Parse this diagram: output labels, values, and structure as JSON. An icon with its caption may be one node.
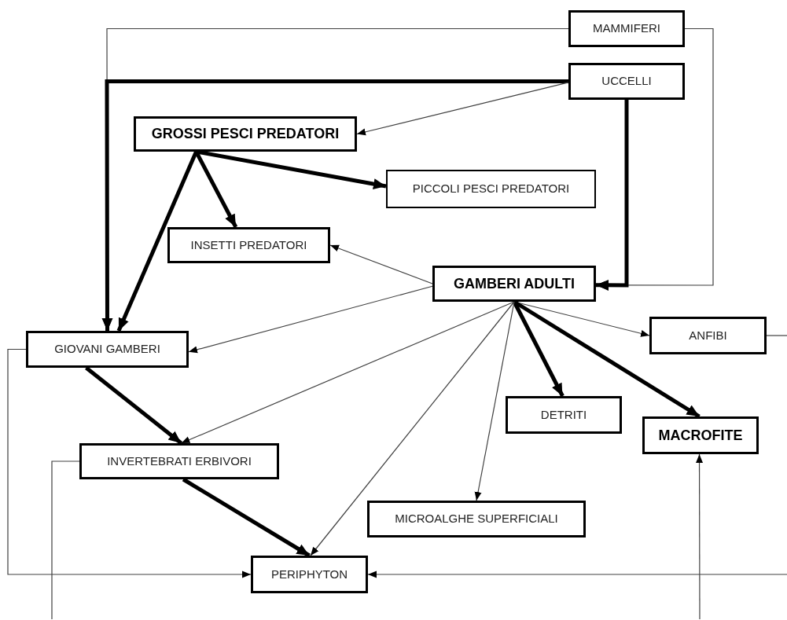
{
  "diagram": {
    "nodes": [
      {
        "text": [
          "MAMMIFERI"
        ]
      },
      {
        "text": [
          "UCCELLI"
        ]
      },
      {
        "text": [
          "GROSSI PESCI PREDATORI"
        ]
      },
      {
        "text": [
          "PICCOLI PESCI PREDATORI"
        ]
      },
      {
        "text": [
          "INSETTI PREDATORI"
        ]
      },
      {
        "text": [
          "GAMBERI ADULTI"
        ]
      },
      {
        "text": [
          "GIOVANI GAMBERI"
        ]
      },
      {
        "text": [
          "ANFIBI"
        ]
      },
      {
        "text": [
          "DETRITI"
        ]
      },
      {
        "text": [
          "MACROFITE"
        ]
      },
      {
        "text": [
          "INVERTEBRATI ERBIVORI"
        ]
      },
      {
        "text": [
          "MICROALGHE SUPERFICIALI"
        ]
      },
      {
        "text": [
          "PERIPHYTON"
        ]
      }
    ],
    "edges": [
      {
        "from": 0,
        "to": 6,
        "arrow": "to"
      },
      {
        "from": 0,
        "to": 5,
        "arrow": "to"
      },
      {
        "from": 1,
        "to": 6,
        "arrow": "to",
        "style": "thick"
      },
      {
        "from": 1,
        "to": 2,
        "arrow": "to"
      },
      {
        "from": 1,
        "to": 5,
        "arrow": "to",
        "style": "thick"
      },
      {
        "from": 2,
        "to": 3,
        "arrow": "to",
        "style": "thick"
      },
      {
        "from": 2,
        "to": 4,
        "arrow": "to",
        "style": "thick"
      },
      {
        "from": 2,
        "to": 6,
        "arrow": "to",
        "style": "thick"
      },
      {
        "from": 5,
        "to": 4,
        "arrow": "to"
      },
      {
        "from": 5,
        "to": 6,
        "arrow": "to"
      },
      {
        "from": 5,
        "to": 7,
        "arrow": "to"
      },
      {
        "from": 5,
        "to": 8,
        "arrow": "to",
        "style": "thick"
      },
      {
        "from": 5,
        "to": 9,
        "arrow": "to",
        "style": "thick"
      },
      {
        "from": 5,
        "to": 10,
        "arrow": "to"
      },
      {
        "from": 5,
        "to": 12,
        "arrow": "to"
      },
      {
        "from": 5,
        "to": 11,
        "arrow": "to"
      },
      {
        "from": 6,
        "to": 10,
        "arrow": "to",
        "style": "thick"
      },
      {
        "from": 10,
        "to": 12,
        "arrow": "to",
        "style": "thick"
      },
      {
        "from": 6,
        "to": 12,
        "arrow": "to"
      },
      {
        "from": 7,
        "to": null,
        "arrow": "none"
      },
      {
        "from": null,
        "to": 12,
        "arrow": "to"
      },
      {
        "from": 10,
        "to": null,
        "arrow": "none"
      },
      {
        "from": null,
        "to": 9,
        "arrow": "to"
      }
    ]
  }
}
